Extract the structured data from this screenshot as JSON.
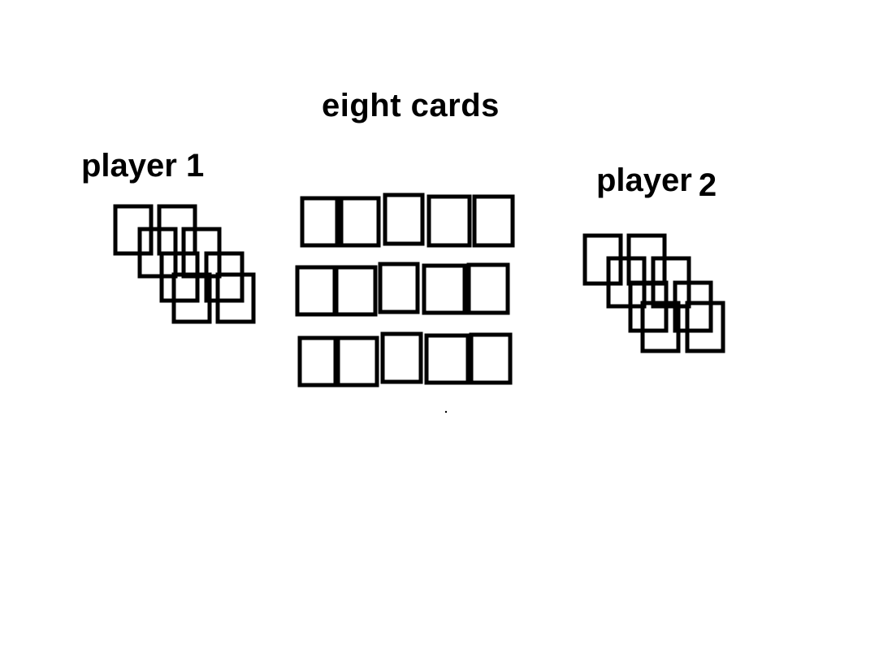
{
  "labels": {
    "pile": "eight cards",
    "player_1": "player 1",
    "player_2_word": "player",
    "player_2_number": "2"
  },
  "colors": {
    "background": "#ffffff",
    "ink": "#000000"
  },
  "counts": {
    "pile_cards": 15,
    "player_1_cards": 8,
    "player_2_cards": 8
  }
}
